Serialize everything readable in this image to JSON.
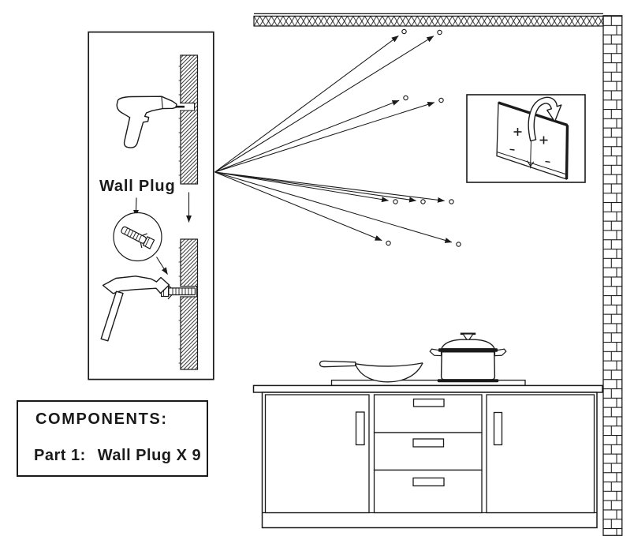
{
  "colors": {
    "ink": "#1a1a1a",
    "paper": "#ffffff"
  },
  "labels": {
    "wall_plug": "Wall Plug"
  },
  "components_box": {
    "heading": "COMPONENTS:",
    "parts": [
      {
        "label": "Part 1:",
        "value": "Wall Plug X 9"
      }
    ]
  },
  "assembly": {
    "drill_hole_markers": 9,
    "wall_plug_count": 9
  }
}
